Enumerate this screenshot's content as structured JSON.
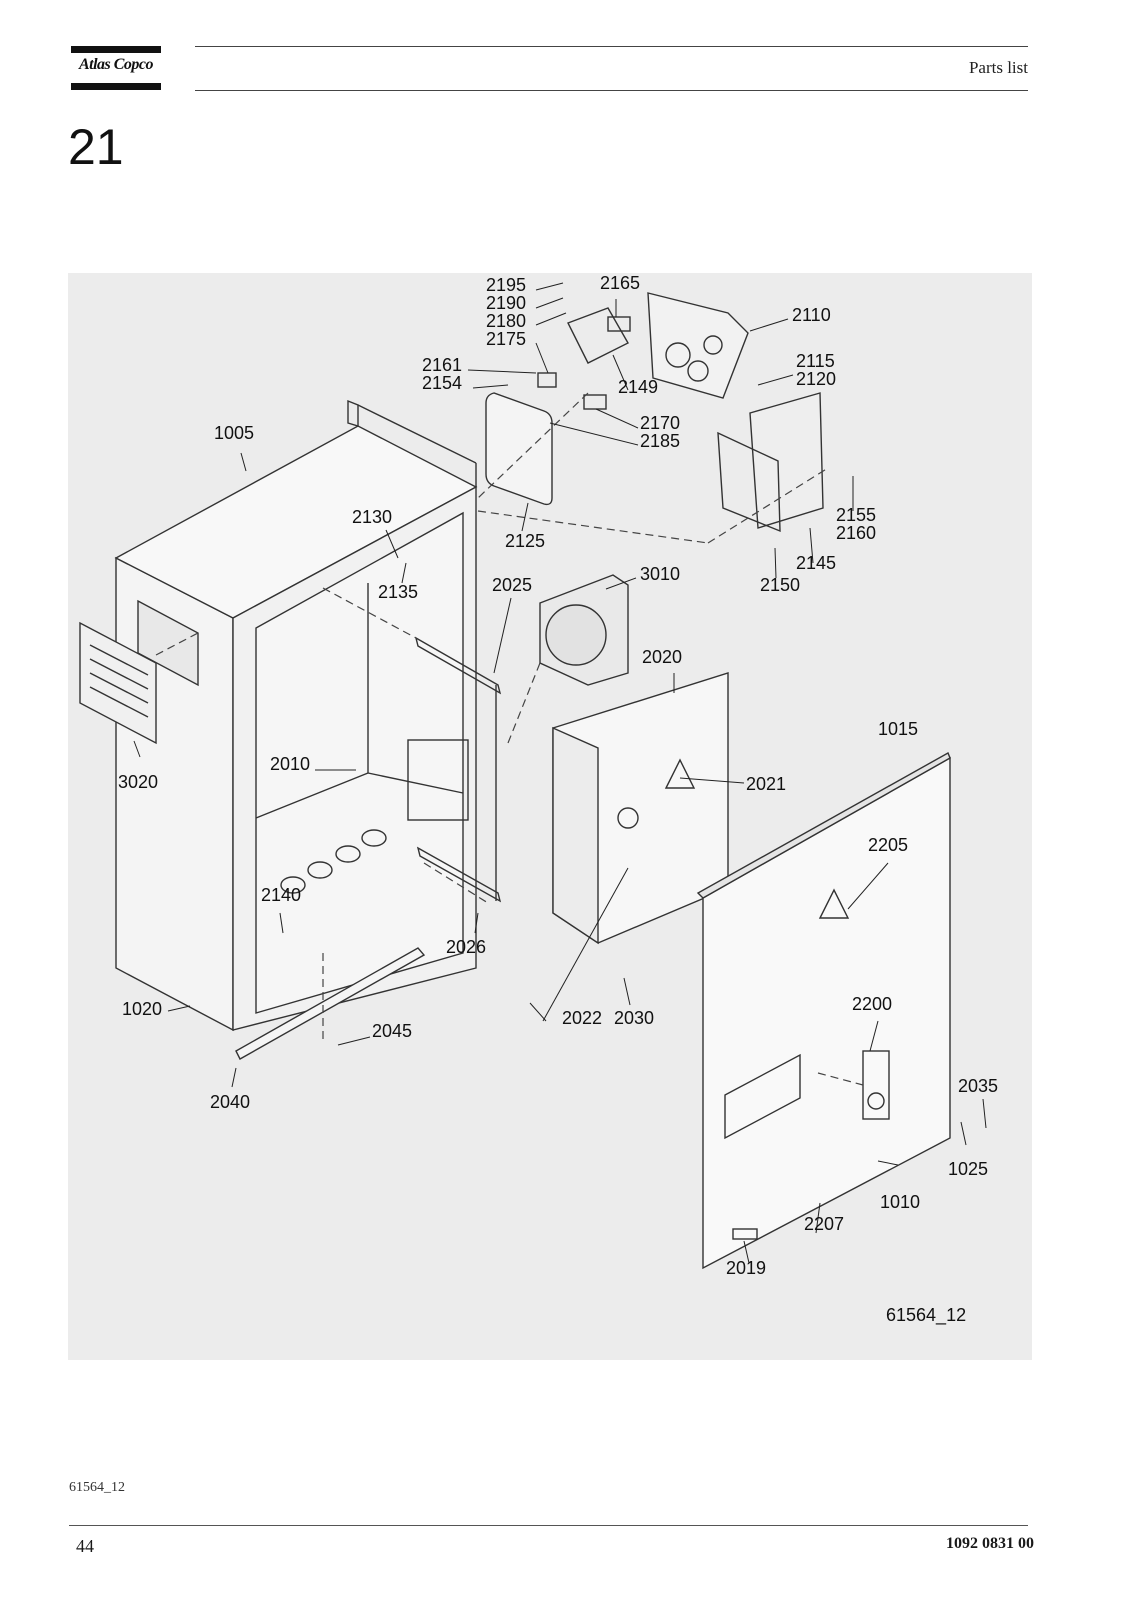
{
  "header": {
    "brand": "Atlas Copco",
    "title": "Parts list"
  },
  "section": {
    "number": "21"
  },
  "figure": {
    "drawing_id": "61564_12",
    "callouts": [
      "2195",
      "2190",
      "2180",
      "2175",
      "2165",
      "2110",
      "2161",
      "2154",
      "2149",
      "2115",
      "2120",
      "2170",
      "2185",
      "1005",
      "2130",
      "2125",
      "2155",
      "2160",
      "2135",
      "2025",
      "3010",
      "2145",
      "2150",
      "2020",
      "1015",
      "3020",
      "2010",
      "2021",
      "2205",
      "2140",
      "2026",
      "1020",
      "2022",
      "2030",
      "2045",
      "2200",
      "2035",
      "2040",
      "1025",
      "1010",
      "2207",
      "2019"
    ]
  },
  "footer": {
    "figure_ref": "61564_12",
    "page_number": "44",
    "document_number": "1092 0831 00"
  }
}
